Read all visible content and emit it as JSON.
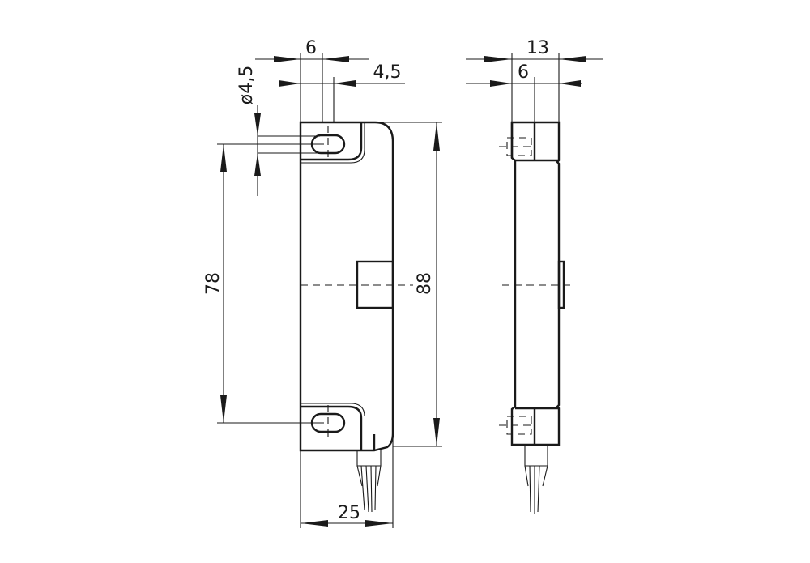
{
  "drawing": {
    "front_view": {
      "dimensions": {
        "hole_spacing_top": "6",
        "slot_width": "4,5",
        "hole_diameter": "ø4,5",
        "hole_pitch": "78",
        "overall_height": "88",
        "overall_width": "25"
      }
    },
    "side_view": {
      "dimensions": {
        "overall_depth": "13",
        "flange_depth": "6"
      }
    }
  }
}
